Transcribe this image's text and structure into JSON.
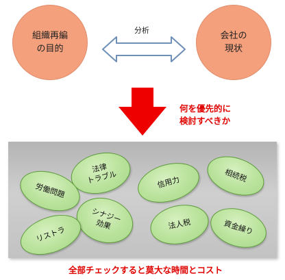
{
  "circles": {
    "left": {
      "label": "組織再編\nの目的",
      "color": "#f4a07d"
    },
    "right": {
      "label": "会社の\n現状",
      "color": "#f4a07d"
    }
  },
  "double_arrow_label": "分析",
  "note": "何を優先的に\n検討すべきか",
  "issues": [
    {
      "label": "法律\nトラブル"
    },
    {
      "label": "労働問題"
    },
    {
      "label": "信用力"
    },
    {
      "label": "相続税"
    },
    {
      "label": "シナジー\n効果"
    },
    {
      "label": "リストラ"
    },
    {
      "label": "法人税"
    },
    {
      "label": "資金繰り"
    }
  ],
  "footer": "全部チェックすると莫大な時間とコスト",
  "colors": {
    "accent_red": "#e00000",
    "ellipse_green": "#b9e29b",
    "circle_orange": "#f4a07d"
  }
}
